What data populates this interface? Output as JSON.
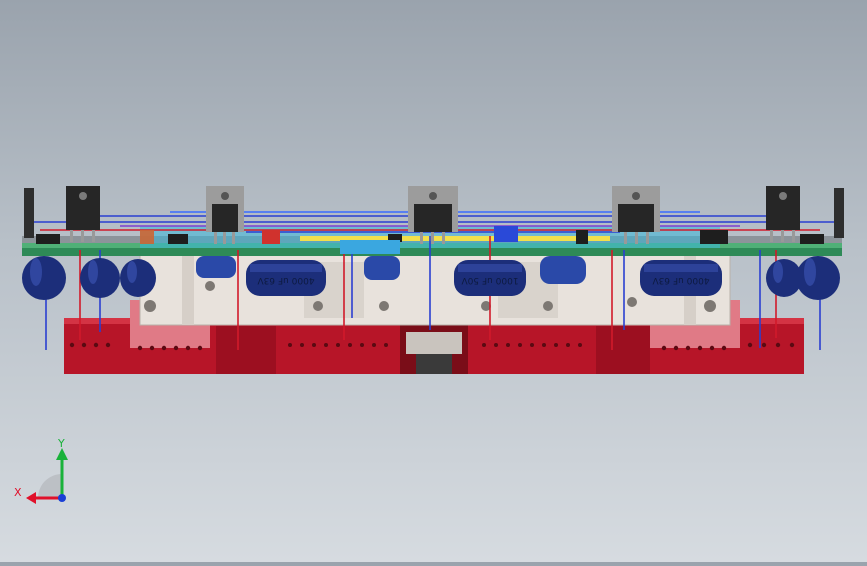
{
  "viewport": {
    "background_top": "#9aa3ad",
    "background_bottom": "#d6dbe0"
  },
  "triad": {
    "x_label": "X",
    "y_label": "Y",
    "x_color": "#e0102a",
    "y_color": "#19b23a",
    "z_color": "#1a3fd6"
  },
  "model": {
    "board_color": "#2e8a57",
    "chassis_red": "#b71528",
    "chassis_light_red": "#e07a86",
    "heatsink_color": "#e8e2dc",
    "transistor_color": "#262626",
    "capacitor_color": "#1c2e7a",
    "capacitor_labels": {
      "cap_a": "4000 uF 63V",
      "cap_b": "1000 uF 50V",
      "cap_c": "4000 uF 63V"
    }
  }
}
